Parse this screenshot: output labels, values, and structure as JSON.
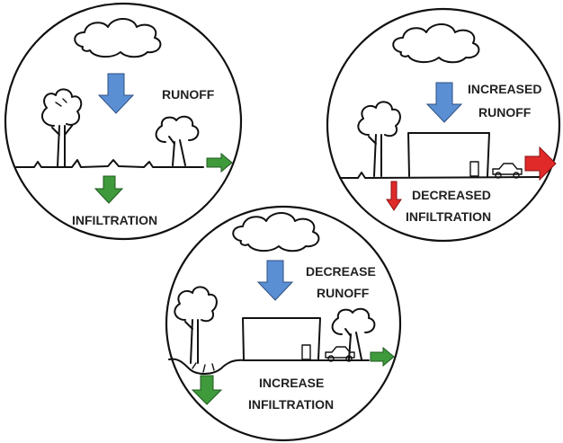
{
  "colors": {
    "runoff_arrow": "#5b8fd4",
    "infiltration_arrow": "#3f9a3b",
    "increased_arrow": "#e02a2a",
    "outline": "#111111"
  },
  "panels": [
    {
      "id": "natural",
      "runoff_label": "RUNOFF",
      "infiltration_label": "INFILTRATION"
    },
    {
      "id": "developed",
      "runoff_label_line1": "INCREASED",
      "runoff_label_line2": "RUNOFF",
      "infiltration_label_line1": "DECREASED",
      "infiltration_label_line2": "INFILTRATION"
    },
    {
      "id": "green-infrastructure",
      "runoff_label_line1": "DECREASE",
      "runoff_label_line2": "RUNOFF",
      "infiltration_label_line1": "INCREASE",
      "infiltration_label_line2": "INFILTRATION"
    }
  ]
}
